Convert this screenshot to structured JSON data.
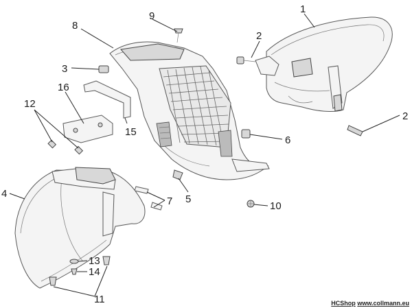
{
  "callouts": {
    "c1": "1",
    "c2a": "2",
    "c2b": "2",
    "c3": "3",
    "c4": "4",
    "c5": "5",
    "c6": "6",
    "c7": "7",
    "c8": "8",
    "c9": "9",
    "c10": "10",
    "c11": "11",
    "c12": "12",
    "c13": "13",
    "c14": "14",
    "c15": "15",
    "c16": "16"
  },
  "credit": {
    "brand": "HCShop",
    "site": "www.collmann.eu"
  }
}
